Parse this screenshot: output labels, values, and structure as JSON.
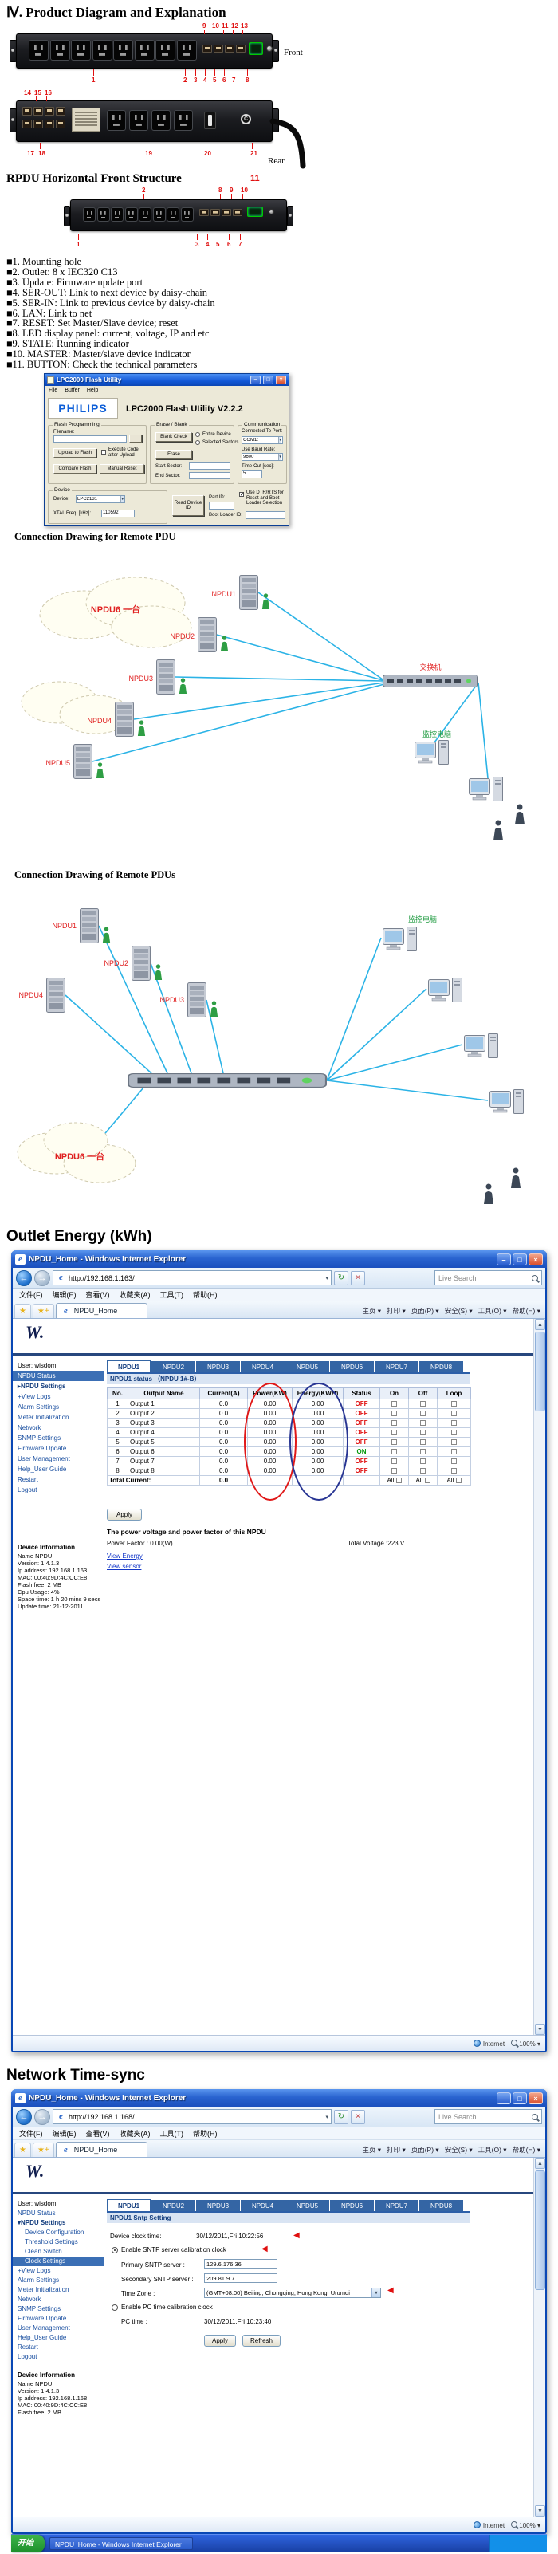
{
  "doc": {
    "title": "Ⅳ. Product Diagram and Explanation",
    "front_label": "Front",
    "rear_label": "Rear",
    "rpdu_heading": "RPDU Horizontal Front Structure",
    "caption_remote_pdu": "Connection Drawing for Remote PDU",
    "caption_remote_pdus": "Connection Drawing of Remote PDUs",
    "outlet_energy_heading": "Outlet Energy (kWh)",
    "time_sync_heading": "Network Time-sync",
    "explanation_items": [
      "■1. Mounting hole",
      "■2. Outlet: 8 x IEC320 C13",
      "■3. Update: Firmware update port",
      "■4. SER-OUT: Link to next device by daisy-chain",
      "■5. SER-IN: Link to previous device by daisy-chain",
      "■6. LAN: Link to net",
      "■7. RESET: Set Master/Slave device; reset",
      "■8. LED display panel: current, voltage, IP and etc",
      "■9. STATE: Running indicator",
      "■10. MASTER: Master/slave device indicator",
      "■11. BUTTON: Check the technical parameters"
    ]
  },
  "callouts": {
    "front_top": [
      "9",
      "10",
      "11",
      "12",
      "13"
    ],
    "front_bottom": [
      "1",
      "2",
      "3",
      "4",
      "5",
      "6",
      "7",
      "8"
    ],
    "rear_top": [
      "14",
      "15",
      "16"
    ],
    "rear_bottom": [
      "17",
      "18",
      "19",
      "20",
      "21"
    ],
    "rpdu_top": [
      "2",
      "8",
      "9",
      "10"
    ],
    "rpdu_big": "11",
    "rpdu_bottom": [
      "1",
      "3",
      "4",
      "5",
      "6",
      "7"
    ]
  },
  "flash": {
    "title": "LPC2000 Flash Utility",
    "menu": [
      "File",
      "Buffer",
      "Help"
    ],
    "brand": "PHILIPS",
    "app_title": "LPC2000 Flash Utility   V2.2.2",
    "fp_label": "Flash Programming",
    "filename_label": "Filename:",
    "browse": "...",
    "upload": "Upload to Flash",
    "execute": "Execute Code after Upload",
    "compare": "Compare Flash",
    "manual": "Manual Reset",
    "eb_label": "Erase / Blank",
    "blank": "Blank Check",
    "entire": "Entire Device",
    "selected": "Selected Sectors",
    "erase": "Erase",
    "start": "Start Sector:",
    "end": "End Sector:",
    "comm_label": "Communication",
    "port_label": "Connected To Port:",
    "port": "COM1:",
    "baud_label": "Use Baud Rate:",
    "baud": "9600",
    "timeout_label": "Time-Out [sec]:",
    "timeout": "5",
    "dev_label": "Device",
    "device_label": "Device:",
    "device": "LPC2131",
    "xtal_label": "XTAL Freq. [kHz]:",
    "xtal": "110592",
    "read": "Read Device ID",
    "part": "Part ID:",
    "boot": "Boot Loader ID:",
    "dtr": "Use DTR/RTS for Reset and Boot Loader Selection"
  },
  "diagram1": {
    "cloud_label": "NPDU6 一台",
    "rack_labels": [
      "NPDU1",
      "NPDU2",
      "NPDU3",
      "NPDU4",
      "NPDU5"
    ],
    "switch_label": "交换机",
    "pc_label": "监控电脑"
  },
  "diagram2": {
    "cloud_label": "NPDU6 一台",
    "rack_labels": [
      "NPDU1",
      "NPDU2",
      "NPDU3",
      "NPDU4"
    ],
    "pc_label": "监控电脑"
  },
  "browser1": {
    "window_title": "NPDU_Home - Windows Internet Explorer",
    "address": "http://192.168.1.163/",
    "search_placeholder": "Live Search",
    "menus": [
      "文件(F)",
      "编辑(E)",
      "查看(V)",
      "收藏夹(A)",
      "工具(T)",
      "帮助(H)"
    ],
    "toolbar": [
      "主页",
      "打印",
      "页面(P)",
      "安全(S)",
      "工具(O)",
      "帮助(H)"
    ],
    "tab_title": "NPDU_Home",
    "status_zone": "Internet",
    "status_zoom": "100%",
    "page": {
      "logo": "W.",
      "sidebar": [
        {
          "label": "User: wisdom",
          "type": "plain"
        },
        {
          "label": "NPDU Status",
          "type": "active"
        },
        {
          "label": "▸NPDU Settings",
          "type": "section"
        },
        {
          "label": "+View Logs",
          "type": "link"
        },
        {
          "label": "Alarm Settings",
          "type": "link"
        },
        {
          "label": "Meter Initialization",
          "type": "link"
        },
        {
          "label": "Network",
          "type": "link"
        },
        {
          "label": "SNMP Settings",
          "type": "link"
        },
        {
          "label": "Firmware Update",
          "type": "link"
        },
        {
          "label": "User Management",
          "type": "link"
        },
        {
          "label": "Help_User Guide",
          "type": "link"
        },
        {
          "label": "Restart",
          "type": "link"
        },
        {
          "label": "Logout",
          "type": "link"
        }
      ],
      "device_info_title": "Device Information",
      "device_info": [
        "Name NPDU",
        "Version: 1.4.1.3",
        "Ip address: 192.168.1.163",
        "MAC: 00:40:9D:4C:CC:E8",
        "Flash free: 2 MB",
        "Cpu Usage: 4%",
        "Space time: 1 h 20 mins 9 secs",
        "Update time: 21-12-2011"
      ],
      "tabs": [
        "NPDU1",
        "NPDU2",
        "NPDU3",
        "NPDU4",
        "NPDU5",
        "NPDU6",
        "NPDU7",
        "NPDU8"
      ],
      "active_tab": "NPDU1",
      "subheader": "NPDU1 status （NPDU 1#-B）",
      "table": {
        "headers": [
          "No.",
          "Output Name",
          "Current(A)",
          "Power(KW)",
          "Energy(KWH)",
          "Status",
          "On",
          "Off",
          "Loop"
        ],
        "rows": [
          {
            "no": "1",
            "name": "Output 1",
            "current": "0.0",
            "power": "0.00",
            "energy": "0.00",
            "status": "OFF"
          },
          {
            "no": "2",
            "name": "Output 2",
            "current": "0.0",
            "power": "0.00",
            "energy": "0.00",
            "status": "OFF"
          },
          {
            "no": "3",
            "name": "Output 3",
            "current": "0.0",
            "power": "0.00",
            "energy": "0.00",
            "status": "OFF"
          },
          {
            "no": "4",
            "name": "Output 4",
            "current": "0.0",
            "power": "0.00",
            "energy": "0.00",
            "status": "OFF"
          },
          {
            "no": "5",
            "name": "Output 5",
            "current": "0.0",
            "power": "0.00",
            "energy": "0.00",
            "status": "OFF"
          },
          {
            "no": "6",
            "name": "Output 6",
            "current": "0.0",
            "power": "0.00",
            "energy": "0.00",
            "status": "ON"
          },
          {
            "no": "7",
            "name": "Output 7",
            "current": "0.0",
            "power": "0.00",
            "energy": "0.00",
            "status": "OFF"
          },
          {
            "no": "8",
            "name": "Output 8",
            "current": "0.0",
            "power": "0.00",
            "energy": "0.00",
            "status": "OFF"
          }
        ],
        "total_label": "Total Current:",
        "total_value": "0.0",
        "all_label": "All"
      },
      "apply": "Apply",
      "power_note": "The power voltage and power factor of this NPDU",
      "power_factor": "Power Factor : 0.00(W)",
      "total_voltage": "Total Voltage :223 V",
      "links": [
        "View Energy",
        "View sensor"
      ]
    }
  },
  "browser2": {
    "window_title": "NPDU_Home - Windows Internet Explorer",
    "address": "http://192.168.1.168/",
    "search_placeholder": "Live Search",
    "menus": [
      "文件(F)",
      "编辑(E)",
      "查看(V)",
      "收藏夹(A)",
      "工具(T)",
      "帮助(H)"
    ],
    "toolbar": [
      "主页",
      "打印",
      "页面(P)",
      "安全(S)",
      "工具(O)",
      "帮助(H)"
    ],
    "tab_title": "NPDU_Home",
    "status_zone": "Internet",
    "status_zoom": "100%",
    "taskbar_start": "开始",
    "page": {
      "logo": "W.",
      "sidebar": [
        {
          "label": "User: wisdom",
          "type": "plain"
        },
        {
          "label": "NPDU Status",
          "type": "link"
        },
        {
          "label": "▾NPDU Settings",
          "type": "section"
        },
        {
          "label": "Device Configuration",
          "type": "sub"
        },
        {
          "label": "Threshold Settings",
          "type": "sub"
        },
        {
          "label": "Clean Switch",
          "type": "sub"
        },
        {
          "label": "Clock Settings",
          "type": "subactive"
        },
        {
          "label": "+View Logs",
          "type": "link"
        },
        {
          "label": "Alarm Settings",
          "type": "link"
        },
        {
          "label": "Meter Initialization",
          "type": "link"
        },
        {
          "label": "Network",
          "type": "link"
        },
        {
          "label": "SNMP Settings",
          "type": "link"
        },
        {
          "label": "Firmware Update",
          "type": "link"
        },
        {
          "label": "User Management",
          "type": "link"
        },
        {
          "label": "Help_User Guide",
          "type": "link"
        },
        {
          "label": "Restart",
          "type": "link"
        },
        {
          "label": "Logout",
          "type": "link"
        }
      ],
      "device_info_title": "Device Information",
      "device_info": [
        "Name NPDU",
        "Version: 1.4.1.3",
        "Ip address: 192.168.1.168",
        "MAC: 00:40:9D:4C:CC:E8",
        "Flash free: 2 MB"
      ],
      "tabs": [
        "NPDU1",
        "NPDU2",
        "NPDU3",
        "NPDU4",
        "NPDU5",
        "NPDU6",
        "NPDU7",
        "NPDU8"
      ],
      "active_tab": "NPDU1",
      "subheader": "NPDU1 Sntp Setting",
      "form": {
        "clock_label": "Device clock time:",
        "clock_value": "30/12/2011,Fri 10:22:56",
        "sntp_radio": "Enable SNTP server calibration clock",
        "primary_label": "Primary  SNTP server :",
        "primary_value": "129.6.176.36",
        "secondary_label": "Secondary SNTP server :",
        "secondary_value": "209.81.9.7",
        "tz_label": "Time Zone :",
        "tz_value": "(GMT+08:00) Beijing, Chongqing, Hong Kong, Urumqi",
        "pc_radio": "Enable PC time calibration clock",
        "pc_label": "PC time :",
        "pc_value": "30/12/2011,Fri 10:23:40",
        "apply": "Apply",
        "refresh": "Refresh"
      }
    }
  }
}
